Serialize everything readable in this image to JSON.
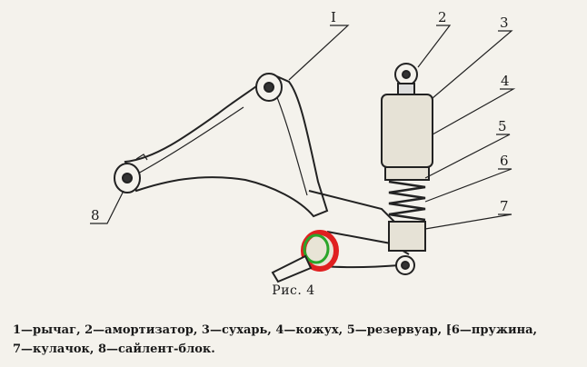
{
  "diagram": {
    "callouts": [
      {
        "id": "1",
        "text": "I"
      },
      {
        "id": "2",
        "text": "2"
      },
      {
        "id": "3",
        "text": "3"
      },
      {
        "id": "4",
        "text": "4"
      },
      {
        "id": "5",
        "text": "5"
      },
      {
        "id": "6",
        "text": "6"
      },
      {
        "id": "7",
        "text": "7"
      },
      {
        "id": "8",
        "text": "8"
      }
    ],
    "highlight_color": "#e02020",
    "highlight_inner_color": "#2aa52a"
  },
  "caption": "Рис. 4",
  "legend": {
    "line1": "1—рычаг, 2—амортизатор, 3—сухарь, 4—кожух, 5—резервуар, ⁅6—пружина,",
    "line2": "7—кулачок, 8—сайлент-блок."
  }
}
